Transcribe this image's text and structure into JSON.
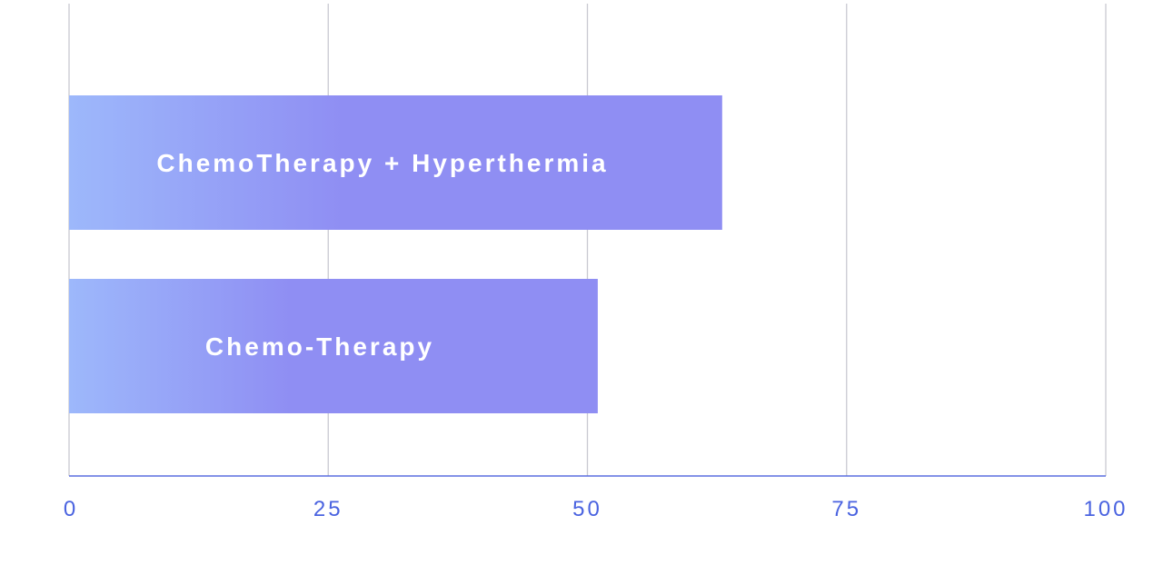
{
  "chart_data": {
    "type": "bar",
    "orientation": "horizontal",
    "title": "",
    "xlabel": "",
    "ylabel": "",
    "categories": [
      "ChemoTherapy + Hyperthermia",
      "Chemo-Therapy"
    ],
    "values": [
      63,
      51
    ],
    "xlim": [
      0,
      100
    ],
    "x_ticks": [
      "0",
      "25",
      "50",
      "75",
      "100"
    ],
    "grid": true,
    "legend": "none",
    "bar_labels_inside": true,
    "colors": {
      "bar_gradient_start": "#9db8fb",
      "bar_gradient_end": "#8f8ef3",
      "axis": "#5b6ee0",
      "tick_label": "#4a63e0",
      "grid": "#c9c9d1",
      "bar_label": "#ffffff"
    }
  }
}
